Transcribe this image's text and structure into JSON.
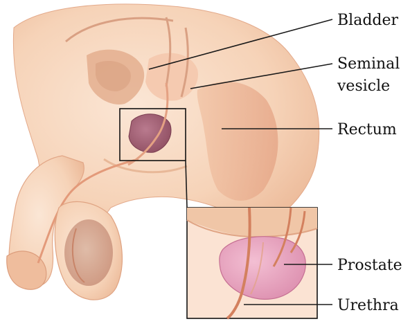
{
  "labels": {
    "bladder": "Bladder",
    "seminal_line1": "Seminal",
    "seminal_line2": "vesicle",
    "rectum": "Rectum",
    "prostate": "Prostate",
    "urethra": "Urethra"
  },
  "colors": {
    "skin": "#f6d3b8",
    "skin_shadow": "#e9b08e",
    "skin_highlight": "#fbe6d5",
    "organ_pink": "#e7a8b6",
    "prostate": "#e79bb9",
    "vessel": "#d58a72",
    "label_text": "#111111"
  }
}
